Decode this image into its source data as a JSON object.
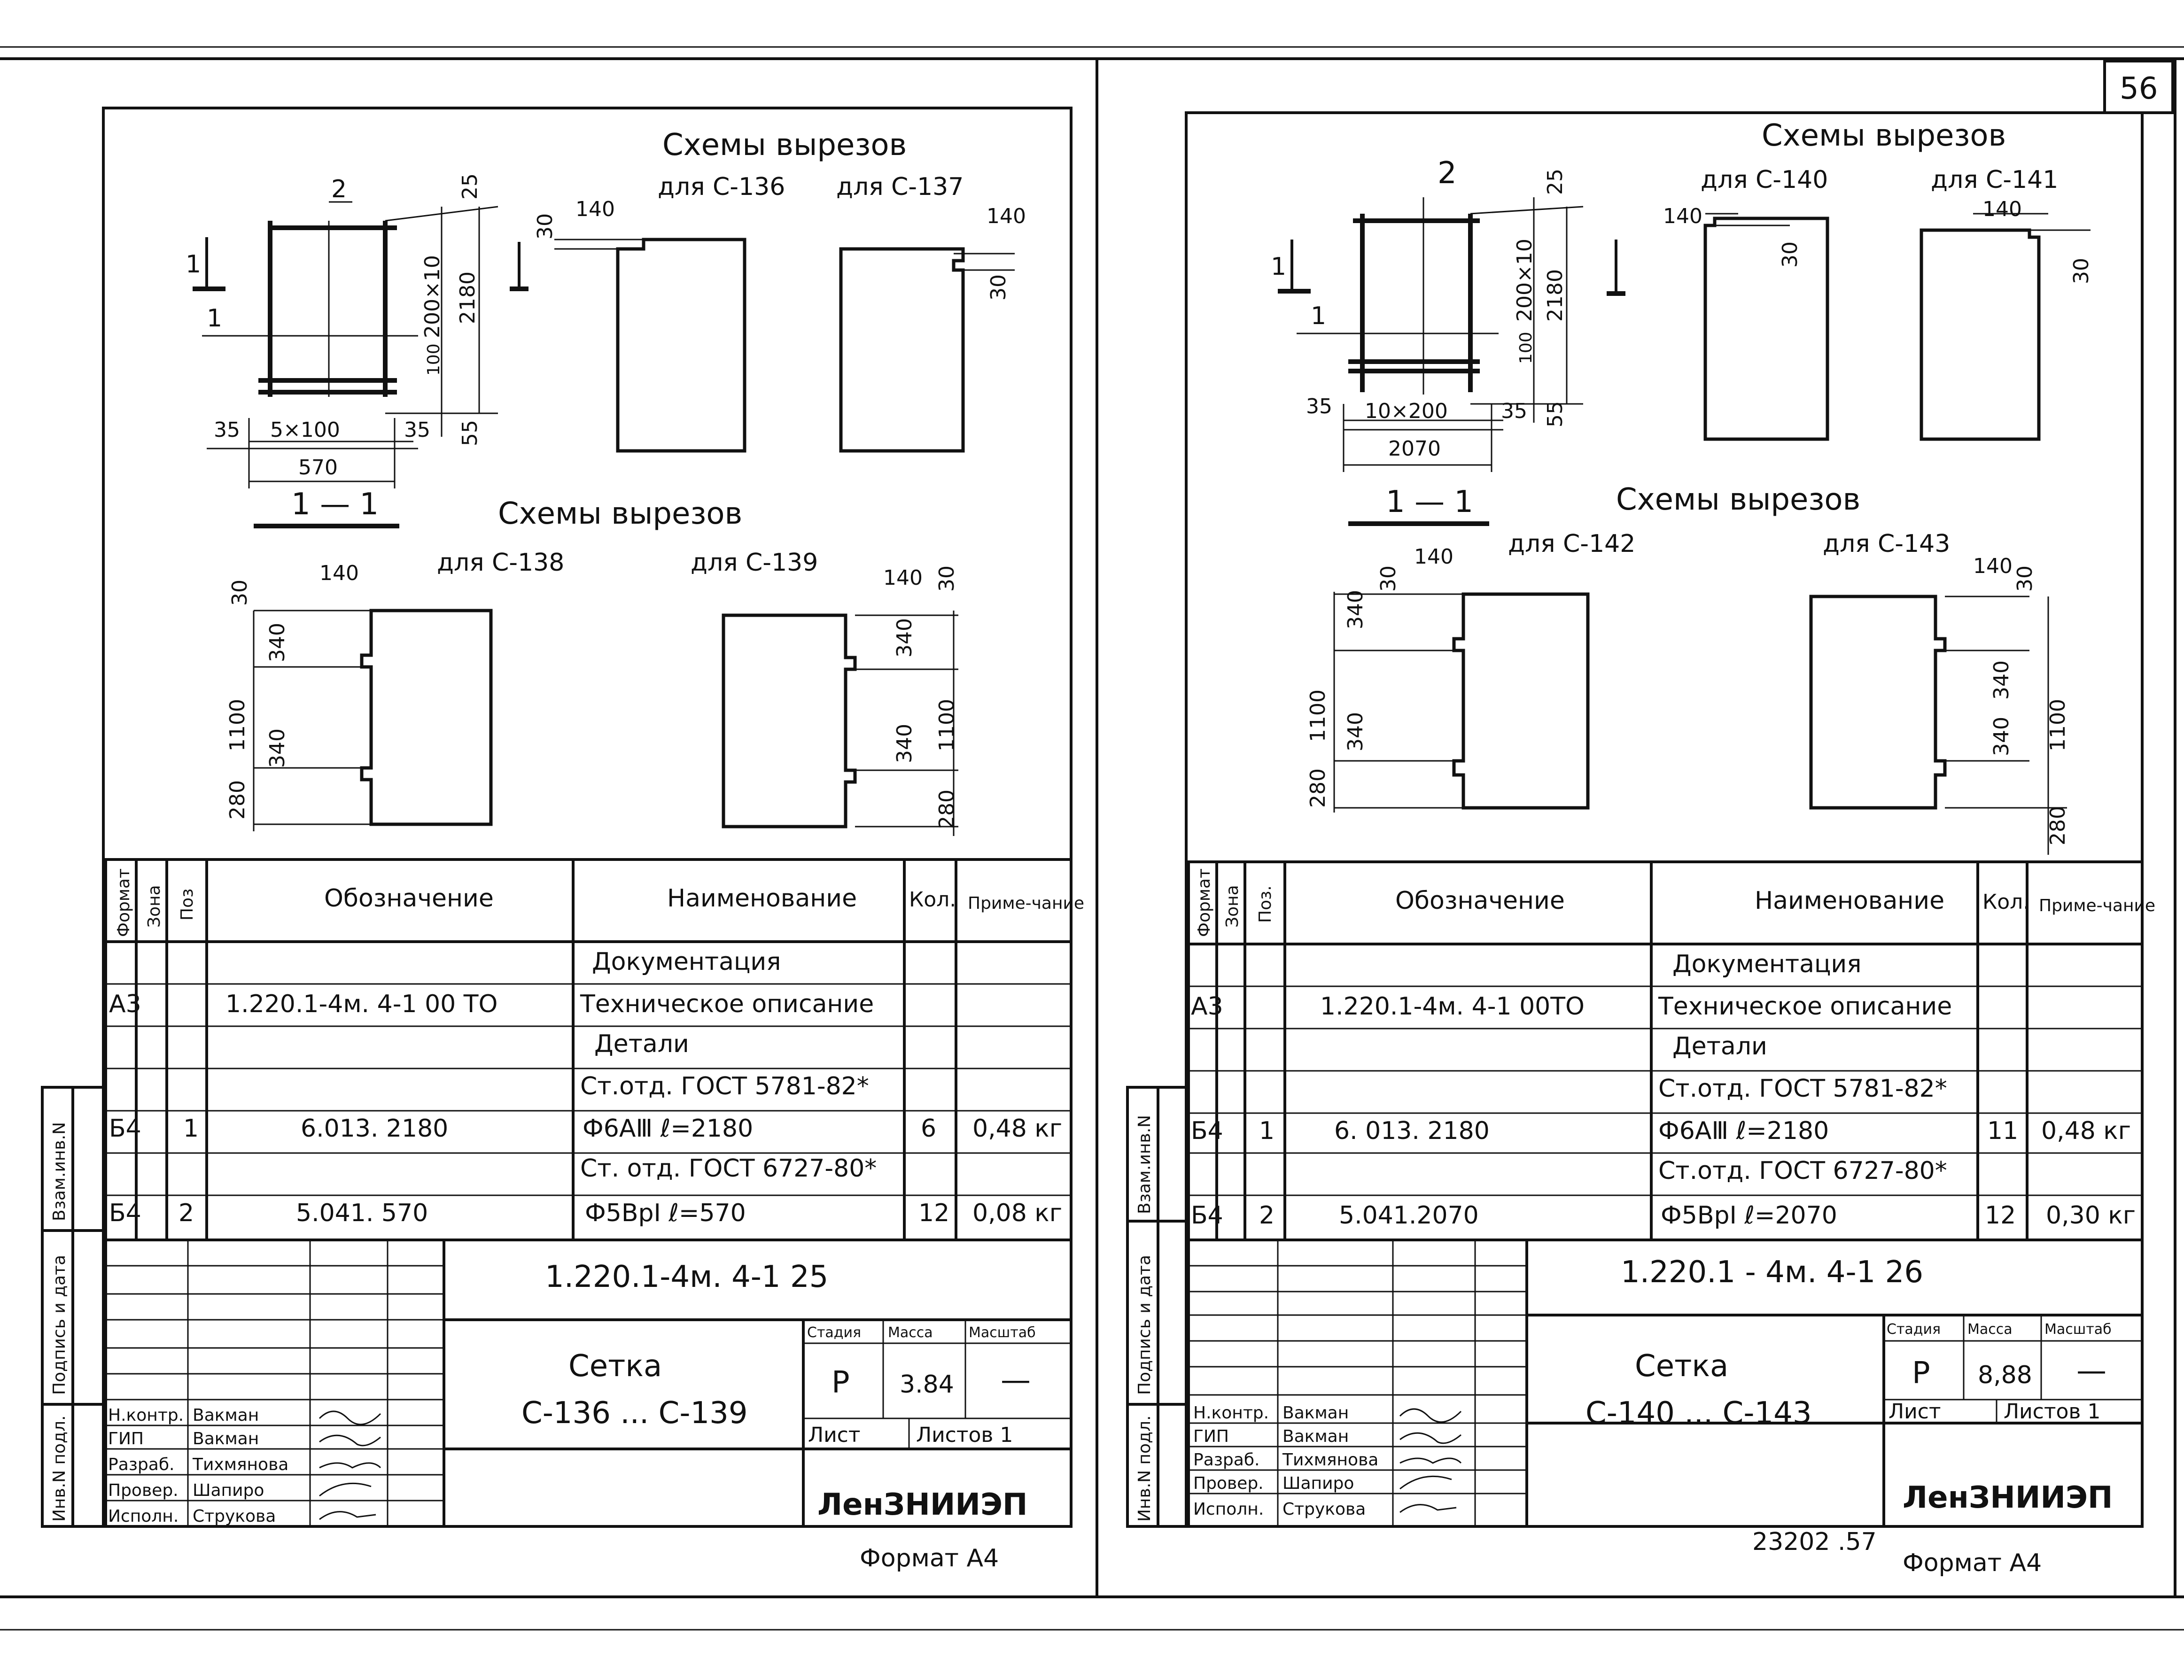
{
  "page_number": "56",
  "footer_code": "23202 .57",
  "sheets": [
    {
      "id": "left",
      "scheme_title_top": "Схемы вырезов",
      "label_a": "для С-136",
      "label_b": "для С-137",
      "scheme_title_bottom": "Схемы вырезов",
      "label_c": "для С-138",
      "label_d": "для С-139",
      "mesh": {
        "pos2": "2",
        "pos1": "1",
        "section_mark": "1",
        "dim_left": "35",
        "dim_pitch": "5×100",
        "dim_right": "35",
        "dim_total": "570",
        "dim_top": "25",
        "dim_len": "2180",
        "dim_pitch_v": "200×10",
        "dim_100": "100",
        "dim_bottom": "55",
        "section": "1 — 1"
      },
      "cut_dims": {
        "d140": "140",
        "d30": "30",
        "d340": "340",
        "d1100": "1100",
        "d280": "280"
      },
      "table_headers": [
        "Формат",
        "Зона",
        "Поз",
        "Обозначение",
        "Наименование",
        "Кол.",
        "Приме-чание"
      ],
      "rows": [
        {
          "format": "",
          "zone": "",
          "pos": "",
          "designation": "",
          "name": "Документация",
          "qty": "",
          "note": ""
        },
        {
          "format": "А3",
          "zone": "",
          "pos": "",
          "designation": "1.220.1-4м. 4-1      00 ТО",
          "name": "Техническое описание",
          "qty": "",
          "note": ""
        },
        {
          "format": "",
          "zone": "",
          "pos": "",
          "designation": "",
          "name": "Детали",
          "qty": "",
          "note": ""
        },
        {
          "format": "",
          "zone": "",
          "pos": "",
          "designation": "",
          "name": "Ст.отд. ГОСТ 5781-82*",
          "qty": "",
          "note": ""
        },
        {
          "format": "Б4",
          "zone": "",
          "pos": "1",
          "designation": "6.013. 2180",
          "name": "Ф6АⅢ   ℓ=2180",
          "qty": "6",
          "note": "0,48 кг"
        },
        {
          "format": "",
          "zone": "",
          "pos": "",
          "designation": "",
          "name": "Ст. отд. ГОСТ 6727-80*",
          "qty": "",
          "note": ""
        },
        {
          "format": "Б4",
          "zone": "",
          "pos": "2",
          "designation": "5.041. 570",
          "name": "Ф5ВрⅠ   ℓ=570",
          "qty": "12",
          "note": "0,08 кг"
        }
      ],
      "doc_code": "1.220.1-4м.  4-1   25",
      "title_line1": "Сетка",
      "title_line2": "С-136 ... С-139",
      "stage_label": "Стадия",
      "mass_label": "Масса",
      "scale_label": "Масштаб",
      "stage": "Р",
      "mass": "3.84",
      "scale": "—",
      "sheet_label": "Лист",
      "sheets_label": "Листов 1",
      "org": "ЛенЗНИИЭП",
      "format_note": "Формат А4",
      "signatures": [
        {
          "role": "Н.контр.",
          "name": "Вакман"
        },
        {
          "role": "ГИП",
          "name": "Вакман"
        },
        {
          "role": "Разраб.",
          "name": "Тихмянова"
        },
        {
          "role": "Провер.",
          "name": "Шапиро"
        },
        {
          "role": "Исполн.",
          "name": "Струкова"
        }
      ],
      "side_stamp": [
        "Инв.N подл.",
        "Подпись и дата",
        "Взам.инв.N"
      ]
    },
    {
      "id": "right",
      "scheme_title_top": "Схемы вырезов",
      "label_a": "для С-140",
      "label_b": "для С-141",
      "scheme_title_bottom": "Схемы вырезов",
      "label_c": "для С-142",
      "label_d": "для С-143",
      "mesh": {
        "pos2": "2",
        "pos1": "1",
        "section_mark": "1",
        "dim_left": "35",
        "dim_pitch": "10×200",
        "dim_right": "35",
        "dim_total": "2070",
        "dim_top": "25",
        "dim_len": "2180",
        "dim_pitch_v": "200×10",
        "dim_100": "100",
        "dim_bottom": "55",
        "section": "1 — 1"
      },
      "cut_dims": {
        "d140": "140",
        "d30": "30",
        "d340": "340",
        "d1100": "1100",
        "d280": "280"
      },
      "table_headers": [
        "Формат",
        "Зона",
        "Поз.",
        "Обозначение",
        "Наименование",
        "Кол.",
        "Приме-чание"
      ],
      "rows": [
        {
          "format": "",
          "zone": "",
          "pos": "",
          "designation": "",
          "name": "Документация",
          "qty": "",
          "note": ""
        },
        {
          "format": "А3",
          "zone": "",
          "pos": "",
          "designation": "1.220.1-4м.  4-1  00ТО",
          "name": "Техническое описание",
          "qty": "",
          "note": ""
        },
        {
          "format": "",
          "zone": "",
          "pos": "",
          "designation": "",
          "name": "Детали",
          "qty": "",
          "note": ""
        },
        {
          "format": "",
          "zone": "",
          "pos": "",
          "designation": "",
          "name": "Ст.отд. ГОСТ 5781-82*",
          "qty": "",
          "note": ""
        },
        {
          "format": "Б4",
          "zone": "",
          "pos": "1",
          "designation": "6. 013. 2180",
          "name": "Ф6АⅢ  ℓ=2180",
          "qty": "11",
          "note": "0,48 кг"
        },
        {
          "format": "",
          "zone": "",
          "pos": "",
          "designation": "",
          "name": "Ст.отд. ГОСТ 6727-80*",
          "qty": "",
          "note": ""
        },
        {
          "format": "Б4",
          "zone": "",
          "pos": "2",
          "designation": "5.041.2070",
          "name": "Ф5ВрⅠ  ℓ=2070",
          "qty": "12",
          "note": "0,30 кг"
        }
      ],
      "doc_code": "1.220.1 - 4м.  4-1    26",
      "title_line1": "Сетка",
      "title_line2": "С-140 ... С-143",
      "stage_label": "Стадия",
      "mass_label": "Масса",
      "scale_label": "Масштаб",
      "stage": "Р",
      "mass": "8,88",
      "scale": "—",
      "sheet_label": "Лист",
      "sheets_label": "Листов 1",
      "org": "ЛенЗНИИЭП",
      "format_note": "Формат А4",
      "signatures": [
        {
          "role": "Н.контр.",
          "name": "Вакман"
        },
        {
          "role": "ГИП",
          "name": "Вакман"
        },
        {
          "role": "Разраб.",
          "name": "Тихмянова"
        },
        {
          "role": "Провер.",
          "name": "Шапиро"
        },
        {
          "role": "Исполн.",
          "name": "Струкова"
        }
      ],
      "side_stamp": [
        "Инв.N подл.",
        "Подпись и дата",
        "Взам.инв.N"
      ]
    }
  ]
}
